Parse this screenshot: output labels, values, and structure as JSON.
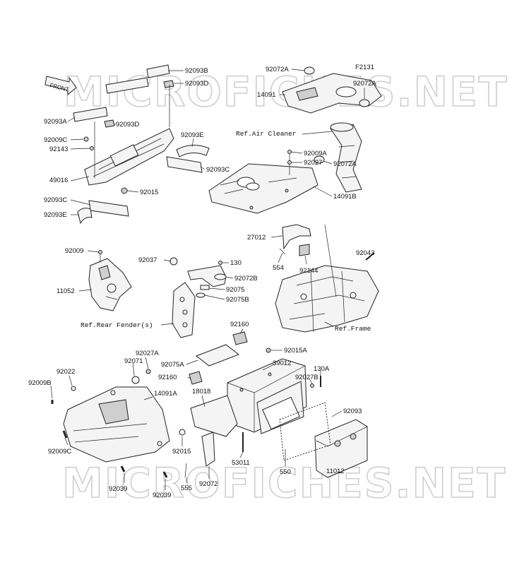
{
  "figure_code": "F2131",
  "front_label": "FRONT",
  "watermarks": [
    "MICROFICHES.NET",
    "MICROFICHES.NET"
  ],
  "labels": [
    {
      "id": "lbl-92093b",
      "text": "92093B"
    },
    {
      "id": "lbl-92093d-1",
      "text": "92093D"
    },
    {
      "id": "lbl-92093a",
      "text": "92093A"
    },
    {
      "id": "lbl-92093d-2",
      "text": "92093D"
    },
    {
      "id": "lbl-92009c-1",
      "text": "92009C"
    },
    {
      "id": "lbl-92143",
      "text": "92143"
    },
    {
      "id": "lbl-92093e-1",
      "text": "92093E"
    },
    {
      "id": "lbl-49016",
      "text": "49016"
    },
    {
      "id": "lbl-92093c-1",
      "text": "92093C"
    },
    {
      "id": "lbl-92015-1",
      "text": "92015"
    },
    {
      "id": "lbl-92093c-2",
      "text": "92093C"
    },
    {
      "id": "lbl-92093e-2",
      "text": "92093E"
    },
    {
      "id": "lbl-92072a-1",
      "text": "92072A"
    },
    {
      "id": "lbl-14091",
      "text": "14091"
    },
    {
      "id": "lbl-92072a-2",
      "text": "92072A"
    },
    {
      "id": "lbl-92009a",
      "text": "92009A"
    },
    {
      "id": "lbl-92027",
      "text": "92027"
    },
    {
      "id": "lbl-92072a-3",
      "text": "92072A"
    },
    {
      "id": "lbl-14091b",
      "text": "14091B"
    },
    {
      "id": "lbl-27012",
      "text": "27012"
    },
    {
      "id": "lbl-554",
      "text": "554"
    },
    {
      "id": "lbl-92144",
      "text": "92144"
    },
    {
      "id": "lbl-92043",
      "text": "92043"
    },
    {
      "id": "lbl-92009",
      "text": "92009"
    },
    {
      "id": "lbl-11052",
      "text": "11052"
    },
    {
      "id": "lbl-92037",
      "text": "92037"
    },
    {
      "id": "lbl-130",
      "text": "130"
    },
    {
      "id": "lbl-92072b",
      "text": "92072B"
    },
    {
      "id": "lbl-92075",
      "text": "92075"
    },
    {
      "id": "lbl-92075b",
      "text": "92075B"
    },
    {
      "id": "lbl-92160-1",
      "text": "92160"
    },
    {
      "id": "lbl-92015a",
      "text": "92015A"
    },
    {
      "id": "lbl-92075a",
      "text": "92075A"
    },
    {
      "id": "lbl-92160-2",
      "text": "92160"
    },
    {
      "id": "lbl-39012",
      "text": "39012"
    },
    {
      "id": "lbl-130a",
      "text": "130A"
    },
    {
      "id": "lbl-92027b",
      "text": "92027B"
    },
    {
      "id": "lbl-18018",
      "text": "18018"
    },
    {
      "id": "lbl-92093",
      "text": "92093"
    },
    {
      "id": "lbl-92027a",
      "text": "92027A"
    },
    {
      "id": "lbl-92071",
      "text": "92071"
    },
    {
      "id": "lbl-92022",
      "text": "92022"
    },
    {
      "id": "lbl-92009b",
      "text": "92009B"
    },
    {
      "id": "lbl-14091a",
      "text": "14091A"
    },
    {
      "id": "lbl-92015-2",
      "text": "92015"
    },
    {
      "id": "lbl-53011",
      "text": "53011"
    },
    {
      "id": "lbl-550",
      "text": "550"
    },
    {
      "id": "lbl-11012",
      "text": "11012"
    },
    {
      "id": "lbl-92009c-2",
      "text": "92009C"
    },
    {
      "id": "lbl-92039-1",
      "text": "92039"
    },
    {
      "id": "lbl-92039-2",
      "text": "92039"
    },
    {
      "id": "lbl-555",
      "text": "555"
    },
    {
      "id": "lbl-92072",
      "text": "92072"
    }
  ],
  "references": {
    "air_cleaner": "Ref.Air Cleaner",
    "rear_fender": "Ref.Rear Fender(s)",
    "frame": "Ref.Frame"
  }
}
